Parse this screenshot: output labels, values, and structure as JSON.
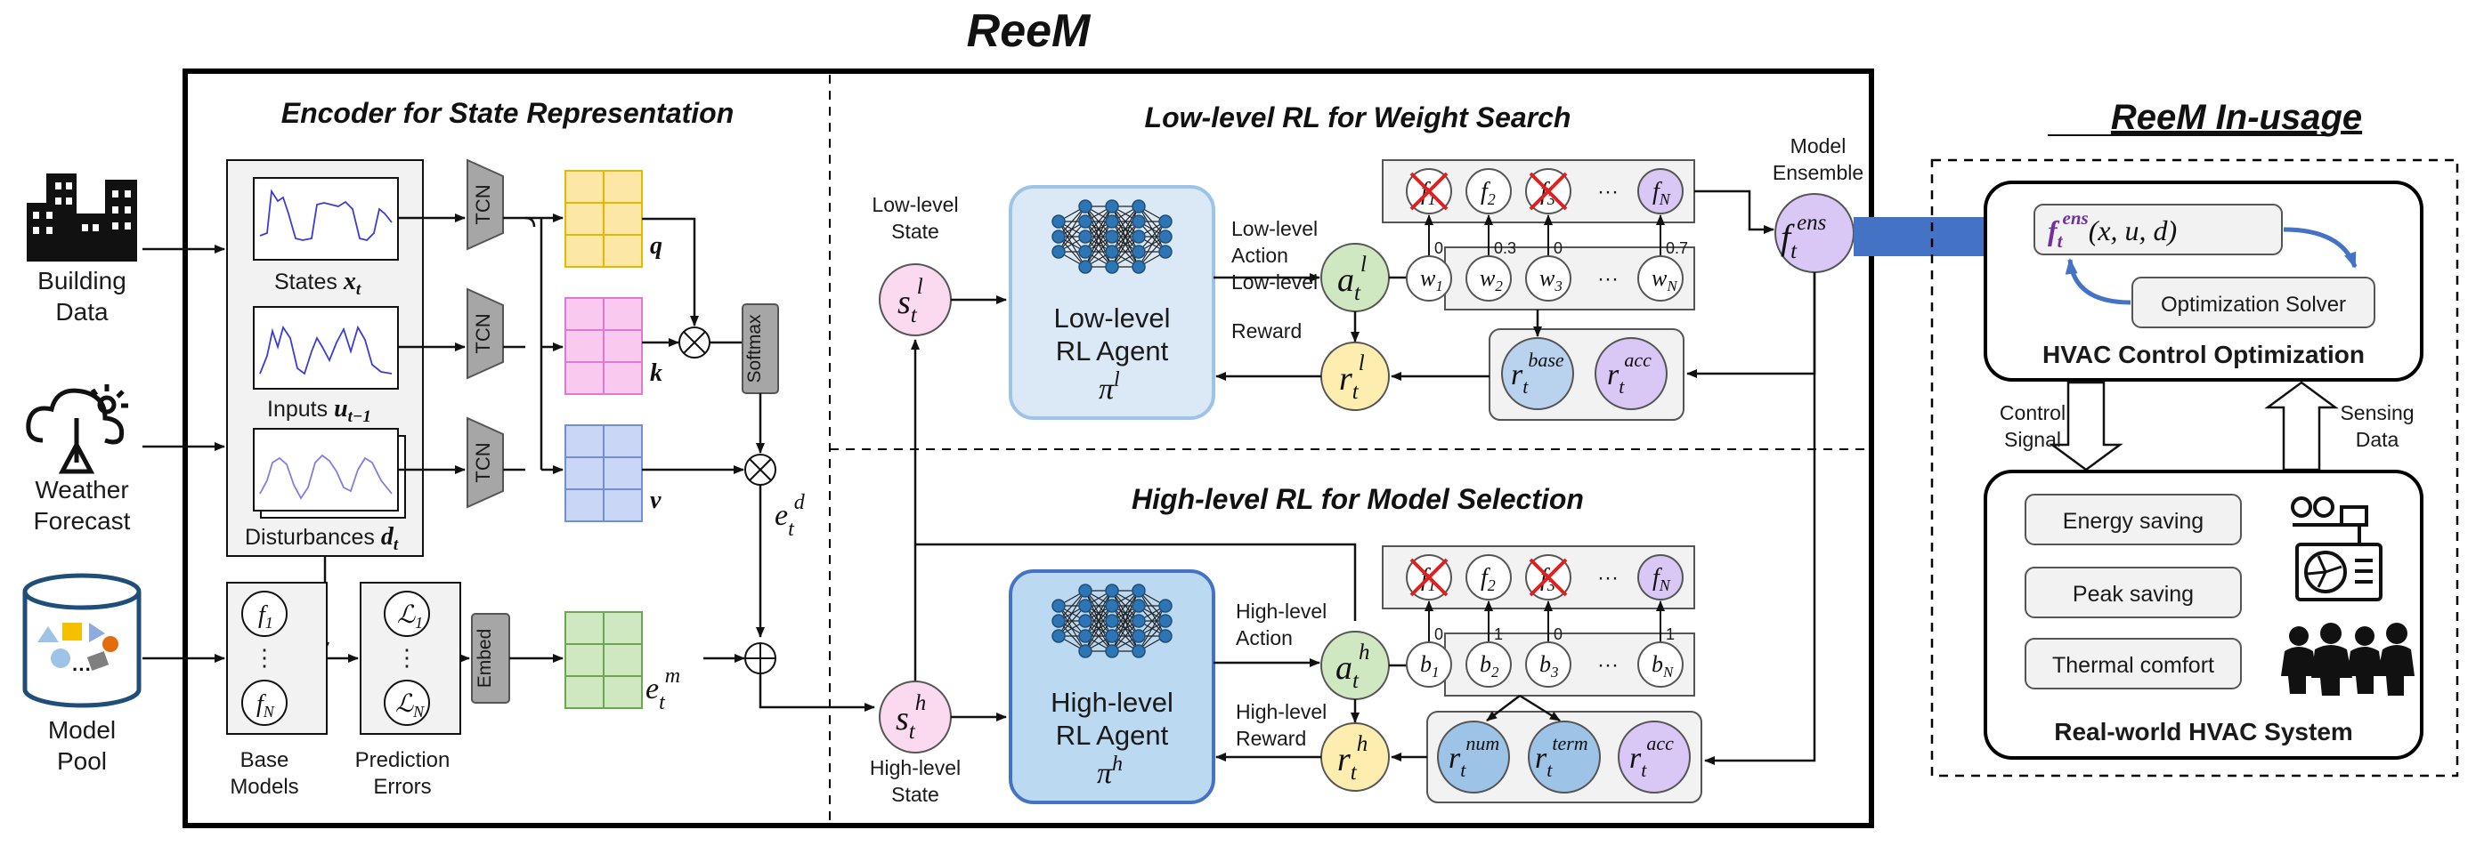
{
  "title": "ReeM",
  "sections": {
    "encoder": "Encoder for State Representation",
    "low_level": "Low-level RL for Weight Search",
    "high_level": "High-level RL for Model Selection",
    "in_usage": "ReeM In-usage"
  },
  "inputs": {
    "building": [
      "Building",
      "Data"
    ],
    "weather": [
      "Weather",
      "Forecast"
    ],
    "model_pool": [
      "Model",
      "Pool"
    ]
  },
  "encoder": {
    "states": "States",
    "inputs": "Inputs",
    "disturbances": "Disturbances",
    "tcn": "TCN",
    "softmax": "Softmax",
    "embed": "Embed",
    "base_models": [
      "Base",
      "Models"
    ],
    "prediction_errors": [
      "Prediction",
      "Errors"
    ],
    "q": "q",
    "k": "k",
    "v": "v",
    "f1": "f",
    "fN": "f",
    "L1": "ℒ",
    "LN": "ℒ",
    "dots": "⋮"
  },
  "low": {
    "state_label": [
      "Low-level",
      "State"
    ],
    "agent": [
      "Low-level",
      "RL Agent"
    ],
    "action": [
      "Low-level",
      "Action"
    ],
    "reward": [
      "Low-level",
      "Reward"
    ],
    "weights": [
      "0",
      "0.3",
      "0",
      "0.7"
    ],
    "ellipsis": "···"
  },
  "high": {
    "state_label": [
      "High-level",
      "State"
    ],
    "agent": [
      "High-level",
      "RL Agent"
    ],
    "action": [
      "High-level",
      "Action"
    ],
    "reward": [
      "High-level",
      "Reward"
    ],
    "selections": [
      "0",
      "1",
      "0",
      "1"
    ],
    "ellipsis": "···"
  },
  "ensemble": [
    "Model",
    "Ensemble"
  ],
  "usage": {
    "formula_args": "(x, u, d)",
    "solver": "Optimization Solver",
    "hvac_opt": "HVAC Control Optimization",
    "control_signal": [
      "Control",
      "Signal"
    ],
    "sensing_data": [
      "Sensing",
      "Data"
    ],
    "energy": "Energy saving",
    "peak": "Peak saving",
    "thermal": "Thermal comfort",
    "real_world": "Real-world HVAC System"
  },
  "colors": {
    "q": "#fde7a6",
    "k": "#f9c9f0",
    "v": "#c9d6f5",
    "e": "#cfe8c2",
    "agent_low": "#dbe9f7",
    "agent_high": "#bcd9f2",
    "s_node": "#fbd9ee",
    "a_node": "#cfe8c2",
    "r_node": "#fdeeb0",
    "base_node": "#b9d3ee",
    "acc_node": "#d9c7f5",
    "f_ens": "#d9c7f5",
    "cross": "#e02020",
    "arrow": "#4472c4"
  }
}
